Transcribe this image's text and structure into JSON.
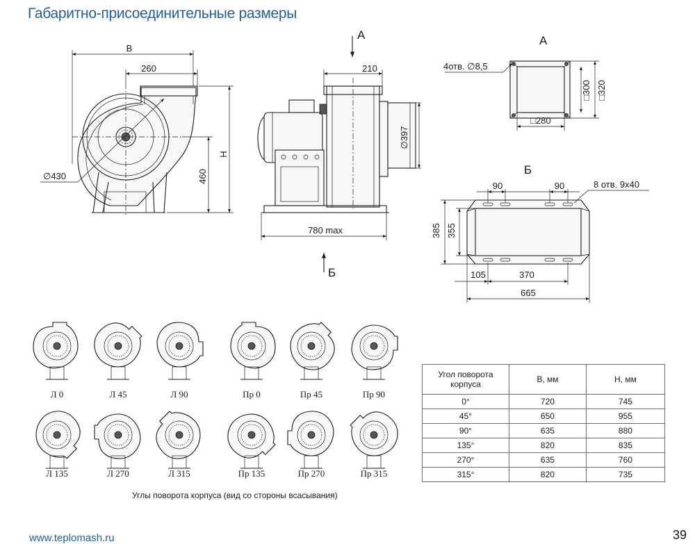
{
  "heading": "Габаритно-присоединительные размеры",
  "dims": {
    "front_B": "B",
    "front_260": "260",
    "front_H": "H",
    "front_460": "460",
    "front_d430": "∅430",
    "side_210": "210",
    "side_d397": "∅397",
    "side_780": "780 max",
    "arrow_A": "A",
    "arrow_B": "Б",
    "viewA_title": "A",
    "viewA_holes": "4отв. ∅8,5",
    "viewA_300": "□300",
    "viewA_320": "□320",
    "viewA_280": "□280",
    "viewB_title": "Б",
    "viewB_90a": "90",
    "viewB_90b": "90",
    "viewB_holes": "8 отв. 9x40",
    "viewB_385": "385",
    "viewB_355": "355",
    "viewB_105": "105",
    "viewB_370": "370",
    "viewB_665": "665"
  },
  "rotations": {
    "items": [
      {
        "label": "Л 0"
      },
      {
        "label": "Л 45"
      },
      {
        "label": "Л 90"
      },
      {
        "label": "Пр 0"
      },
      {
        "label": "Пр 45"
      },
      {
        "label": "Пр 90"
      },
      {
        "label": "Л 135"
      },
      {
        "label": "Л 270"
      },
      {
        "label": "Л 315"
      },
      {
        "label": "Пр 135"
      },
      {
        "label": "Пр 270"
      },
      {
        "label": "Пр 315"
      }
    ],
    "caption": "Углы поворота корпуса (вид со стороны всасывания)"
  },
  "table": {
    "headers": [
      "Угол поворота корпуса",
      "B, мм",
      "H, мм"
    ],
    "rows": [
      [
        "0°",
        "720",
        "745"
      ],
      [
        "45°",
        "650",
        "955"
      ],
      [
        "90°",
        "635",
        "880"
      ],
      [
        "135°",
        "820",
        "835"
      ],
      [
        "270°",
        "635",
        "760"
      ],
      [
        "315°",
        "820",
        "735"
      ]
    ]
  },
  "footer": {
    "url": "www.teplomash.ru",
    "page": "39"
  }
}
